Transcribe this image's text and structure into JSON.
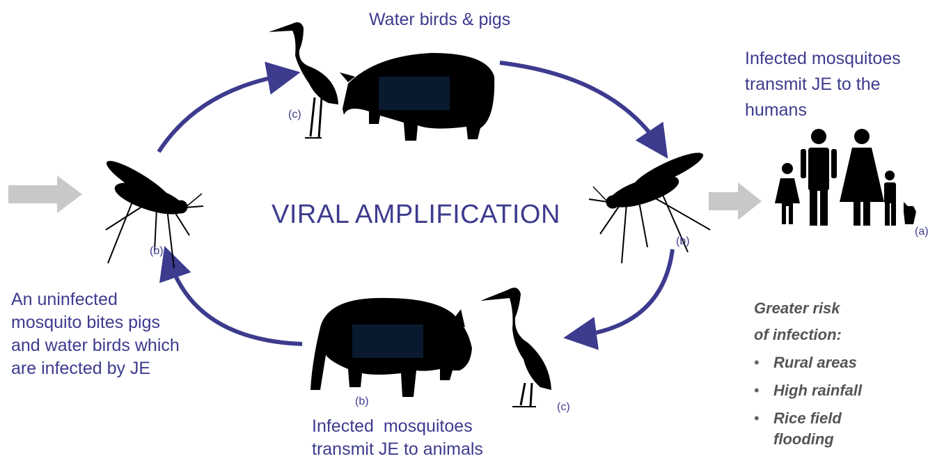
{
  "title_center": "VIRAL AMPLIFICATION",
  "top_text": "Water birds & pigs",
  "right_text": [
    "Infected mosquitoes",
    "transmit JE to the",
    "humans"
  ],
  "left_text": [
    "An uninfected",
    "mosquito bites pigs",
    "and water birds which",
    "are infected by JE"
  ],
  "bottom_text": [
    "Infected  mosquitoes",
    "transmit JE to animals"
  ],
  "labels": {
    "b": "(b)",
    "c": "(c)",
    "a": "(a)"
  },
  "risk": {
    "heading": [
      "Greater risk",
      "of infection:"
    ],
    "bullet": "•",
    "items": [
      "Rural areas",
      "High rainfall",
      "Rice field"
    ],
    "items_extra": "flooding"
  },
  "colors": {
    "arrow": "#3d3b8e",
    "text": "#3d3b8e",
    "grey_arrow": "#c8c8c8",
    "silhouette": "#000000",
    "pig_patch": "#0a1a2e"
  },
  "icons": [
    "mosquito-icon",
    "heron-icon",
    "pig-icon",
    "family-icon"
  ]
}
